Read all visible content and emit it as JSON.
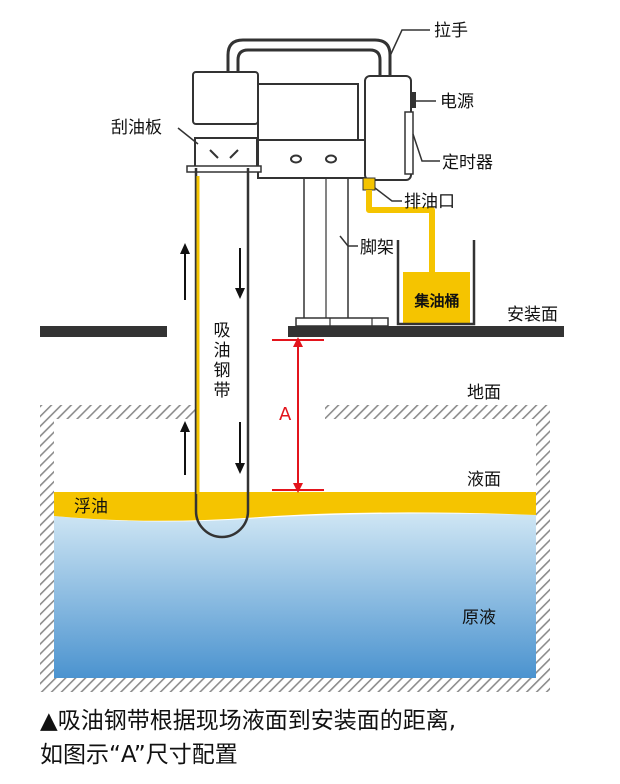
{
  "labels": {
    "pull_handle": "拉手",
    "power": "电源",
    "timer": "定时器",
    "scraper": "刮油板",
    "oil_outlet": "排油口",
    "stand": "脚架",
    "collector": "集油桶",
    "mount_surface": "安装面",
    "belt": [
      "吸",
      "油",
      "钢",
      "带"
    ],
    "dimension": "A",
    "ground": "地面",
    "liquid_surface": "液面",
    "floating_oil": "浮油",
    "raw_liquid": "原液"
  },
  "caption": {
    "line1": "▲吸油钢带根据现场液面到安装面的距离,",
    "line2": "如图示“A”尺寸配置"
  },
  "colors": {
    "oil": "#f5c400",
    "liquid_top": "#cfe6f4",
    "liquid_bottom": "#4b93cf",
    "dimension": "#e3141c",
    "structure": "#333333",
    "hatch": "#8c8c8c"
  }
}
